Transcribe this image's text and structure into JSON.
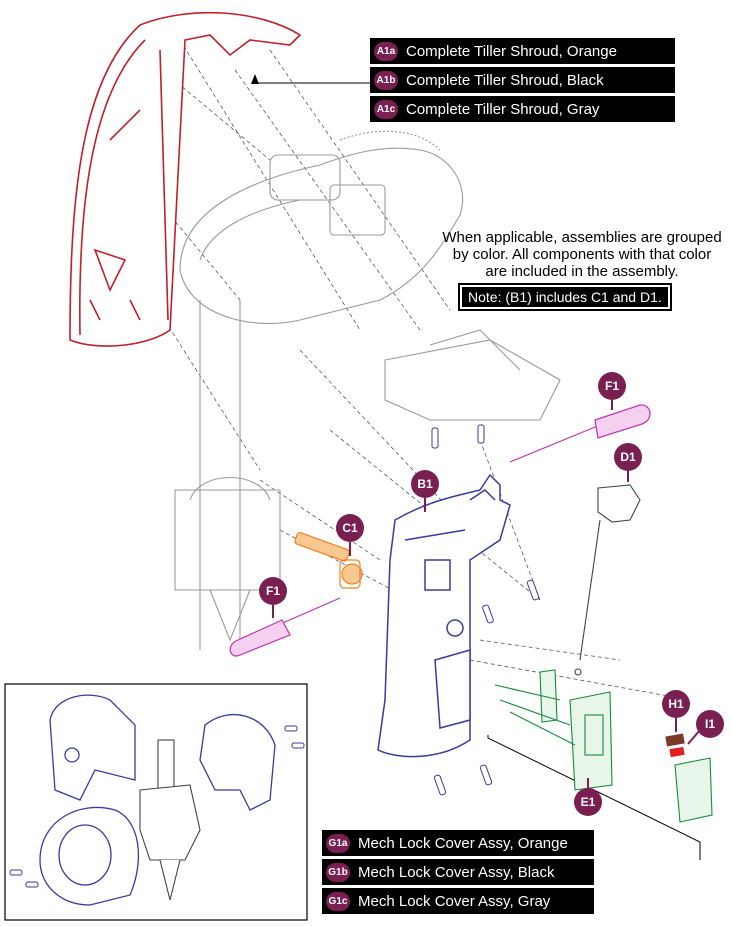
{
  "legend_shroud": [
    {
      "code": "A1a",
      "label": "Complete Tiller Shroud, Orange"
    },
    {
      "code": "A1b",
      "label": "Complete Tiller Shroud, Black"
    },
    {
      "code": "A1c",
      "label": "Complete Tiller Shroud, Gray"
    }
  ],
  "legend_mech": [
    {
      "code": "G1a",
      "label": "Mech Lock Cover Assy, Orange"
    },
    {
      "code": "G1b",
      "label": "Mech Lock Cover Assy, Black"
    },
    {
      "code": "G1c",
      "label": "Mech Lock Cover Assy, Gray"
    }
  ],
  "note": {
    "line1": "When applicable, assemblies are grouped",
    "line2": "by color. All components with that color",
    "line3": "are included in the assembly.",
    "box": "Note: (B1) includes C1 and D1."
  },
  "callouts": {
    "f1_top": "F1",
    "d1": "D1",
    "b1": "B1",
    "c1": "C1",
    "f1_bottom": "F1",
    "h1": "H1",
    "i1": "I1",
    "e1": "E1"
  },
  "colors": {
    "shroud": "#c0202a",
    "front_cover": "#3a3aa0",
    "orange_part": "#f08020",
    "magenta_part": "#c030b0",
    "green_part": "#1a8a3a",
    "gray_part": "#9a9a9a",
    "badge": "#7a1f52",
    "brown_part": "#7a3a2a",
    "red_part": "#e02020"
  }
}
